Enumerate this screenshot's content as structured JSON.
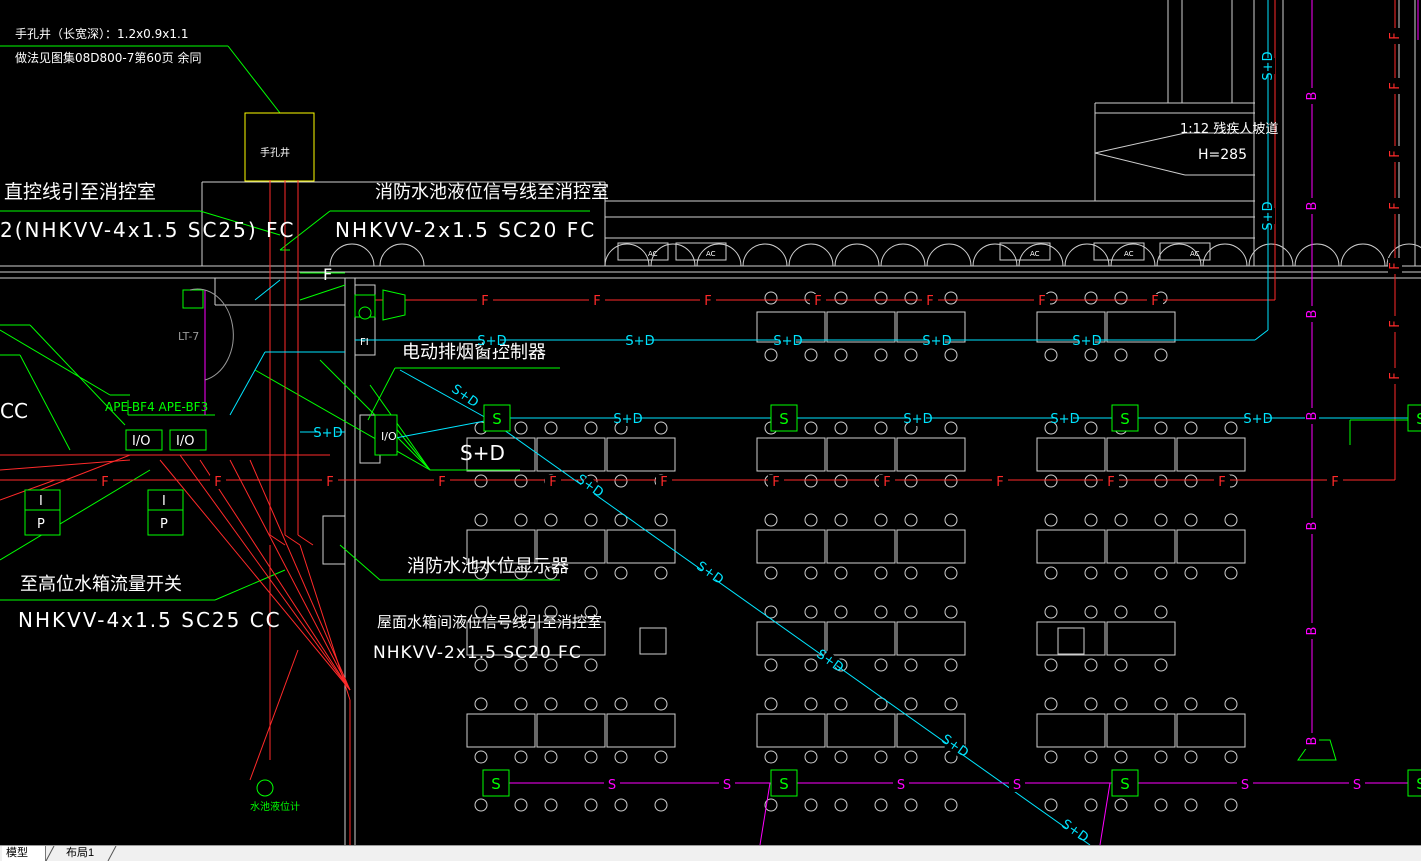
{
  "drawing": {
    "colors": {
      "background": "#000000",
      "white": "#ffffff",
      "green": "#00ff00",
      "red": "#ff2a2a",
      "cyan": "#00e5ff",
      "magenta": "#ff00ff",
      "yellow": "#ffff00",
      "gray": "#9a9a9a"
    },
    "annotations": {
      "hand_hole_spec": "手孔井（长宽深）：1.2x0.9x1.1",
      "hand_hole_ref": "做法见图集08D800-7第60页  余同",
      "hand_hole_label": "手孔井",
      "direct_control_title": "直控线引至消控室",
      "direct_control_cable": "2(NHKVV-4x1.5  SC25)  FC",
      "pool_level_title": "消防水池液位信号线至消控室",
      "pool_level_cable": "NHKVV-2x1.5  SC20  FC",
      "ramp_label": "1:12 残疾人坡道",
      "ramp_height": "H=285",
      "smoke_window": "电动排烟窗控制器",
      "sd_label": "S+D",
      "pool_display": "消防水池水位显示器",
      "high_tank_title": "至高位水箱流量开关",
      "high_tank_cable": "NHKVV-4x1.5  SC25  CC",
      "roof_tank_title": "屋面水箱间液位信号线引至消控室",
      "roof_tank_cable": "NHKVV-2x1.5  SC20  FC",
      "ape_label": "APE-BF4  APE-BF3",
      "lt_label": "LT-7",
      "cc_label": "CC",
      "io": "I/O",
      "i": "I",
      "p": "P",
      "f": "F",
      "s": "S",
      "b": "B",
      "fi": "FI",
      "ac": "AC",
      "level_gauge": "水池液位计"
    }
  },
  "tabs": [
    {
      "label": "模型",
      "active": true
    },
    {
      "label": "布局1",
      "active": false
    }
  ]
}
